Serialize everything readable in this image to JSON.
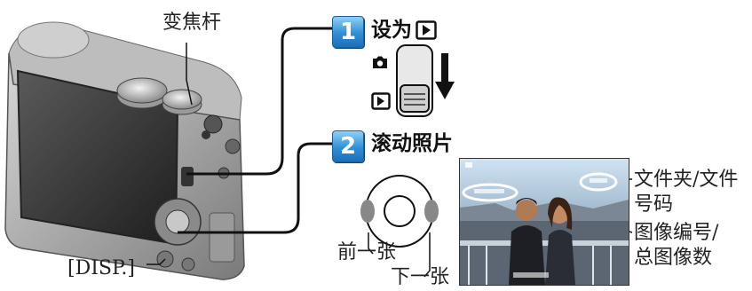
{
  "labels": {
    "zoom_lever": "变焦杆",
    "disp": "[DISP.]",
    "prev_image": "前一张",
    "next_image": "下一张",
    "folder_file_number": "文件夹/文件号码",
    "folder_file_number_line1": "文件夹/文件",
    "folder_file_number_line2": "号码",
    "image_number_total_line1": "图像编号/",
    "image_number_total_line2": "总图像数"
  },
  "steps": [
    {
      "number": "1",
      "title": "设为"
    },
    {
      "number": "2",
      "title": "滚动照片"
    }
  ],
  "icons": {
    "playback_mode": "playback-icon",
    "record_mode": "camera-icon",
    "direction": "down-arrow-icon"
  },
  "colors": {
    "badge_blue": "#2f8fd6",
    "callout_line": "#111111",
    "highlight_ring": "#ffffff"
  }
}
